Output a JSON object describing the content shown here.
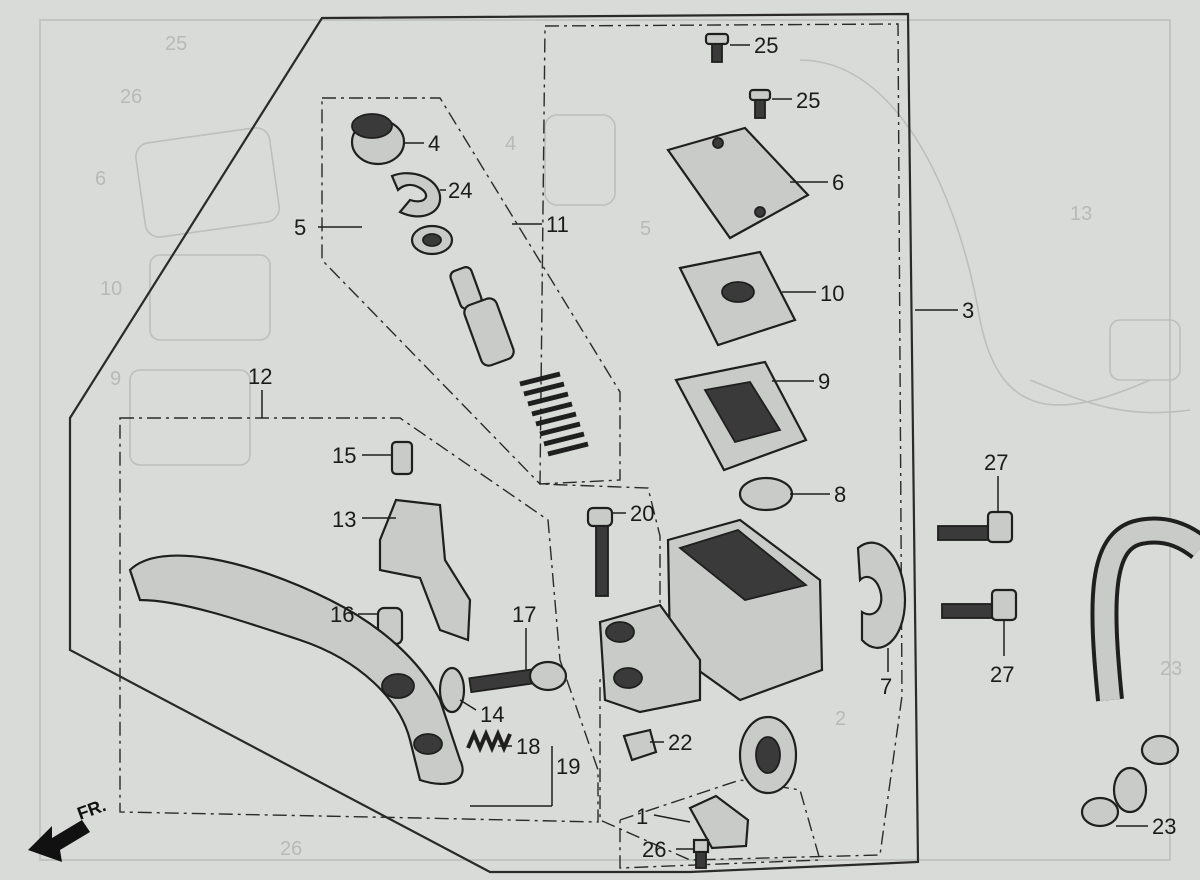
{
  "diagram": {
    "callouts": [
      "1",
      "3",
      "4",
      "5",
      "6",
      "7",
      "8",
      "9",
      "10",
      "11",
      "12",
      "13",
      "14",
      "15",
      "16",
      "17",
      "18",
      "19",
      "20",
      "22",
      "23",
      "24",
      "25",
      "25",
      "26",
      "27",
      "27"
    ],
    "direction_label": "FR."
  }
}
